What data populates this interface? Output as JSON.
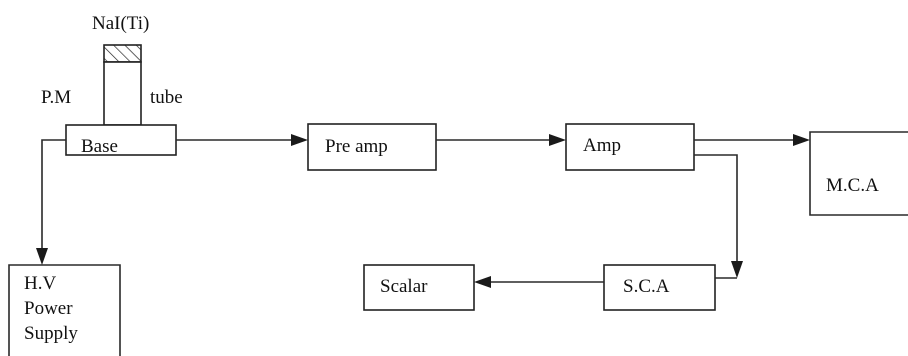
{
  "crystal": {
    "label": "NaI(Ti)"
  },
  "pm_tube": {
    "label_left": "P.M",
    "label_right": "tube"
  },
  "blocks": {
    "base": "Base",
    "preamp": "Pre amp",
    "amp": "Amp",
    "mca": "M.C.A",
    "sca": "S.C.A",
    "scalar": "Scalar",
    "hv_line1": "H.V",
    "hv_line2": "Power",
    "hv_line3": "Supply"
  },
  "colors": {
    "line": "#222222",
    "background": "#ffffff"
  }
}
